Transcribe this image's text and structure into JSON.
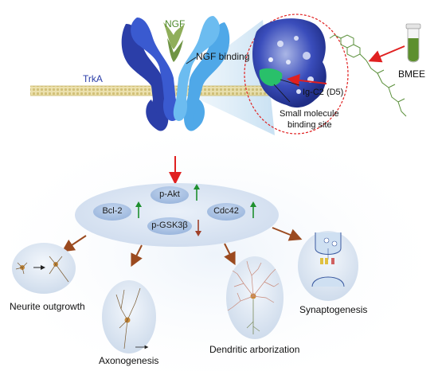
{
  "labels": {
    "ngf": "NGF",
    "ngf_binding": "NGF binding",
    "trka": "TrkA",
    "ig_c2": "Ig-C2 (D5)",
    "small_molecule_line1": "Small molecule",
    "small_molecule_line2": "binding site",
    "bmee": "BMEE"
  },
  "signaling": {
    "bcl2": "Bcl-2",
    "pakt": "p-Akt",
    "cdc42": "Cdc42",
    "pgsk3b": "p-GSK3β"
  },
  "outcomes": {
    "neurite": "Neurite outgrowth",
    "axonogenesis": "Axonogenesis",
    "dendritic": "Dendritic arborization",
    "synaptogenesis": "Synaptogenesis"
  },
  "colors": {
    "up_arrow": "#1e8f2e",
    "down_arrow": "#a0412a",
    "red_arrow": "#e02020",
    "brown_arrow": "#9b4a1f",
    "receptor_dark": "#2b3ea8",
    "receptor_light": "#4fa8e8",
    "ngf_green": "#8fae5a",
    "binding_site_green": "#29c06a",
    "ellipse_fill": "#dbe7f5",
    "pill_fill": "#a9c3e3"
  },
  "icons": {
    "up": "arrow-up-icon",
    "down": "arrow-down-icon",
    "tube": "test-tube-icon"
  }
}
